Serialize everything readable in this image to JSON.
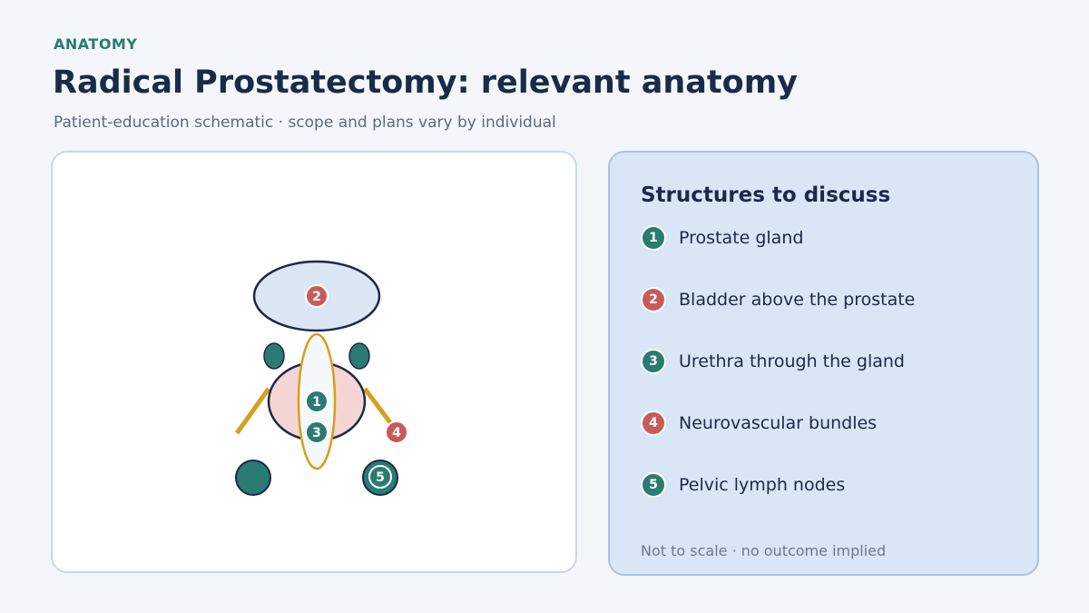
{
  "header": {
    "eyebrow": "ANATOMY",
    "title": "Radical Prostatectomy: relevant anatomy",
    "subtitle": "Patient-education schematic · scope and plans vary by individual"
  },
  "diagram": {
    "markers": [
      {
        "number": "1",
        "color": "#2a7b72"
      },
      {
        "number": "2",
        "color": "#c85a5a"
      },
      {
        "number": "3",
        "color": "#2a7b72"
      },
      {
        "number": "4",
        "color": "#c85a5a"
      },
      {
        "number": "5",
        "color": "#2a7b72"
      }
    ],
    "colors": {
      "outline": "#1b2a48",
      "bladder_fill": "#dce7f5",
      "prostate_fill": "#f4d5d3",
      "urethra_fill": "#f4f8fb",
      "urethra_stroke": "#d4a020",
      "bundle": "#d4a020",
      "teal": "#2a7b72",
      "red": "#c85a5a"
    }
  },
  "legend": {
    "title": "Structures to discuss",
    "items": [
      {
        "number": "1",
        "label": "Prostate gland",
        "color": "#2a7b72"
      },
      {
        "number": "2",
        "label": "Bladder above the prostate",
        "color": "#c85a5a"
      },
      {
        "number": "3",
        "label": "Urethra through the gland",
        "color": "#2a7b72"
      },
      {
        "number": "4",
        "label": "Neurovascular bundles",
        "color": "#c85a5a"
      },
      {
        "number": "5",
        "label": "Pelvic lymph nodes",
        "color": "#2a7b72"
      }
    ],
    "note": "Not to scale · no outcome implied"
  }
}
